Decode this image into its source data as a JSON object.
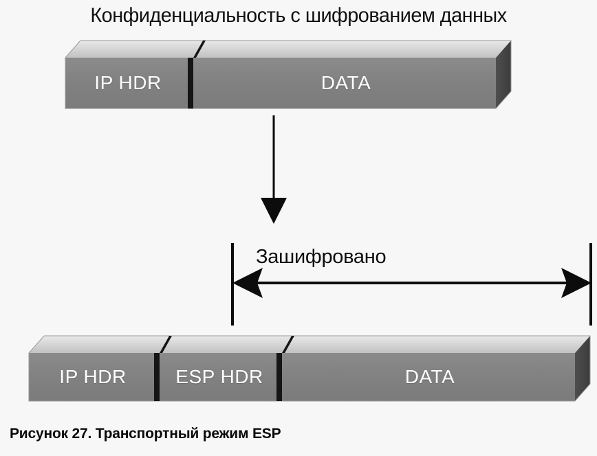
{
  "figure": {
    "title": "Конфиденциальность с шифрованием данных",
    "caption": "Рисунок 27. Транспортный режим ESP",
    "background_color": "#f7f7f7"
  },
  "colors": {
    "block_front": "#808080",
    "block_top": "#d8d8d8",
    "block_side": "#4a4a4a",
    "block_front_dark": "#787878",
    "outline": "#111111",
    "label_text": "#ffffff",
    "title_text": "#101010"
  },
  "packets": {
    "original": {
      "name": "original-ip-packet",
      "segments": [
        {
          "id": "ip-hdr",
          "label": "IP HDR"
        },
        {
          "id": "data",
          "label": "DATA"
        }
      ]
    },
    "esp": {
      "name": "esp-transport-packet",
      "segments": [
        {
          "id": "ip-hdr",
          "label": "IP HDR"
        },
        {
          "id": "esp-hdr",
          "label": "ESP HDR"
        },
        {
          "id": "data",
          "label": "DATA"
        }
      ]
    }
  },
  "annotations": {
    "transform_arrow": {
      "name": "downward-transform-arrow",
      "direction": "down"
    },
    "encrypted_span": {
      "label": "Зашифровано",
      "name": "encrypted-range",
      "direction": "double"
    }
  }
}
